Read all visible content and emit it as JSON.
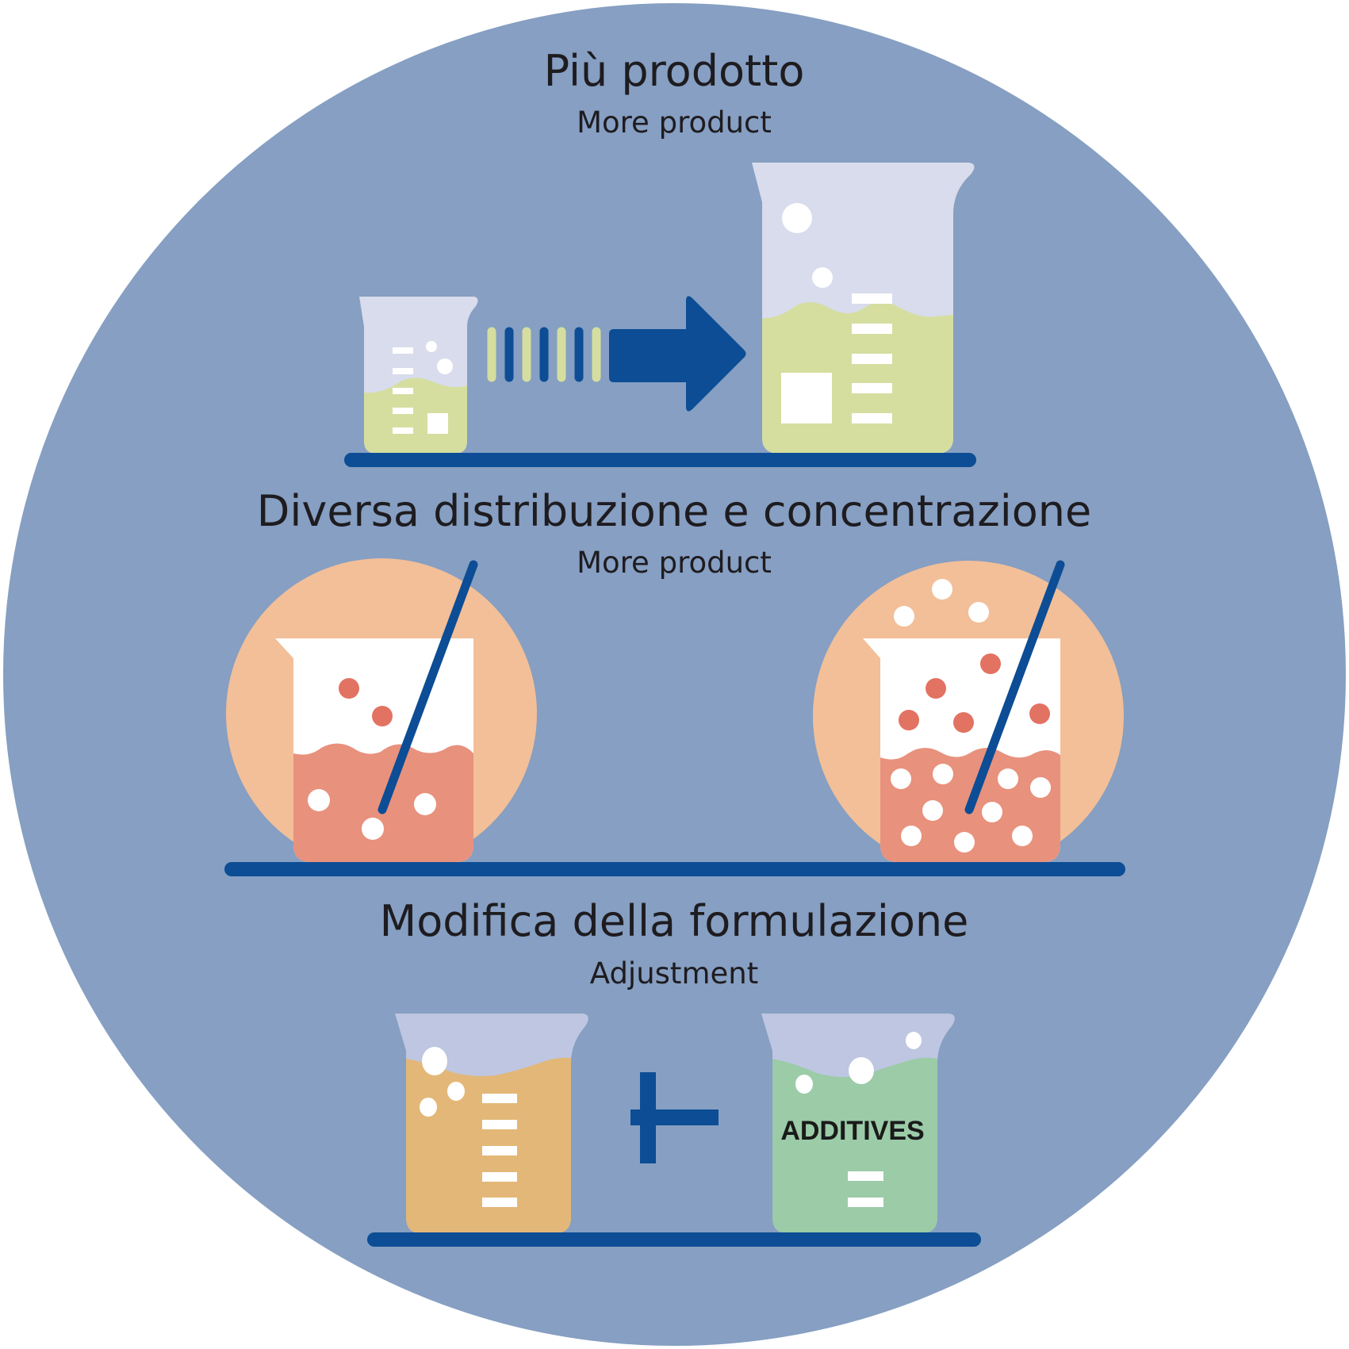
{
  "colors": {
    "background_circle": "#869fc2",
    "outline": "#ffffff",
    "shelf": "#0c4d95",
    "text": "#1e1c20",
    "glass_top": "#d8dcec",
    "liquid_green": "#d5de9f",
    "peach_circle": "#f2bf99",
    "liquid_salmon": "#e8917d",
    "particle_red": "#e27262",
    "liquid_orange": "#e3b777",
    "liquid_mint": "#9bcba7",
    "glass_top_bottom_row": "#bec6e1",
    "white": "#ffffff"
  },
  "sections": [
    {
      "title": "Più prodotto",
      "subtitle": "More product",
      "illustration": "small-beaker-arrow-large-beaker"
    },
    {
      "title": "Diversa distribuzione e concentrazione",
      "subtitle": "More product",
      "illustration": "two-stirred-beakers-low-vs-high-concentration"
    },
    {
      "title": "Modifica della formulazione",
      "subtitle": "Adjustment",
      "illustration": "beaker-plus-additives-beaker",
      "additives_label": "ADDITIVES"
    }
  ],
  "icons": {
    "arrow": "right-arrow-icon",
    "plus": "plus-icon",
    "stirring_rod": "stirring-rod-icon"
  }
}
